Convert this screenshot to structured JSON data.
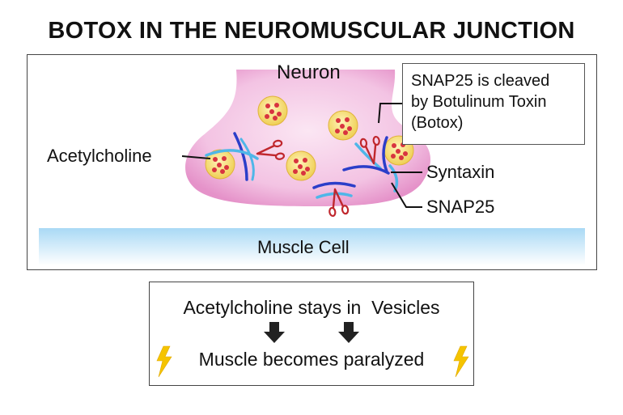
{
  "title": "BOTOX IN THE NEUROMUSCULAR JUNCTION",
  "labels": {
    "neuron": "Neuron",
    "acetylcholine": "Acetylcholine",
    "syntaxin": "Syntaxin",
    "snap25": "SNAP25",
    "muscle_cell": "Muscle Cell"
  },
  "note": {
    "line1": "SNAP25 is cleaved",
    "line2": "by Botulinum Toxin",
    "line3": "(Botox)"
  },
  "summary": {
    "line1": "Acetylcholine stays in  Vesicles",
    "line2": "Muscle becomes paralyzed"
  },
  "colors": {
    "neuron_fill": "#f1b6dc",
    "muscle_fill": "#bfe3f7",
    "vesicle_fill": "#f6e07a",
    "vesicle_dot": "#d8343f",
    "syntaxin": "#2b3ec9",
    "snap25": "#4fb6e8",
    "scissors": "#c0272d",
    "lightning": "#f5c400",
    "arrow": "#222222"
  }
}
